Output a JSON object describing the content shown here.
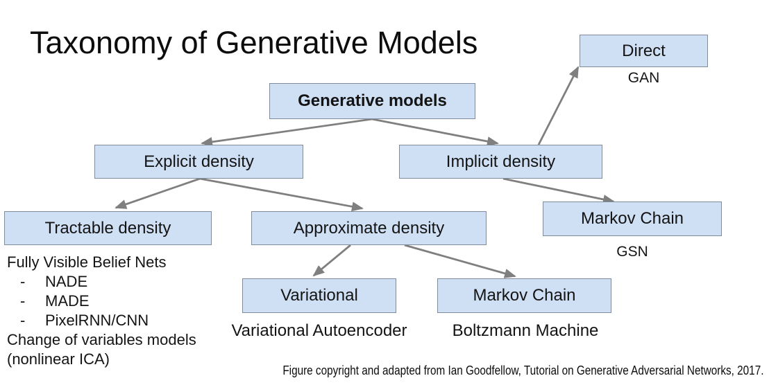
{
  "title": "Taxonomy of Generative Models",
  "footer": "Figure copyright and adapted from Ian Goodfellow, Tutorial on Generative Adversarial Networks, 2017.",
  "colors": {
    "box_fill": "#cfdff4",
    "box_border": "#7f8a9b",
    "arrow": "#7f7f7f",
    "text": "#141414",
    "background": "#ffffff"
  },
  "diagram": {
    "nodes": [
      {
        "id": "generative-models",
        "label": "Generative models",
        "bold": true
      },
      {
        "id": "direct",
        "label": "Direct",
        "sublabel": "GAN"
      },
      {
        "id": "explicit-density",
        "label": "Explicit density"
      },
      {
        "id": "implicit-density",
        "label": "Implicit density"
      },
      {
        "id": "tractable-density",
        "label": "Tractable density"
      },
      {
        "id": "approximate-density",
        "label": "Approximate density"
      },
      {
        "id": "markov-chain-gsn",
        "label": "Markov Chain",
        "sublabel": "GSN"
      },
      {
        "id": "variational",
        "label": "Variational",
        "sublabel": "Variational Autoencoder"
      },
      {
        "id": "markov-chain-boltzmann",
        "label": "Markov Chain",
        "sublabel": "Boltzmann Machine"
      }
    ],
    "edges": [
      {
        "from": "generative-models",
        "to": "explicit-density"
      },
      {
        "from": "generative-models",
        "to": "implicit-density"
      },
      {
        "from": "implicit-density",
        "to": "direct"
      },
      {
        "from": "explicit-density",
        "to": "tractable-density"
      },
      {
        "from": "explicit-density",
        "to": "approximate-density"
      },
      {
        "from": "approximate-density",
        "to": "variational"
      },
      {
        "from": "approximate-density",
        "to": "markov-chain-boltzmann"
      },
      {
        "from": "implicit-density",
        "to": "markov-chain-gsn"
      }
    ],
    "notes": {
      "bullet": "-",
      "lines": [
        {
          "text": "Fully Visible Belief Nets",
          "indent": false
        },
        {
          "text": "NADE",
          "indent": true
        },
        {
          "text": "MADE",
          "indent": true
        },
        {
          "text": "PixelRNN/CNN",
          "indent": true
        },
        {
          "text": "Change of variables models",
          "indent": false
        },
        {
          "text": "(nonlinear ICA)",
          "indent": false
        }
      ]
    }
  }
}
